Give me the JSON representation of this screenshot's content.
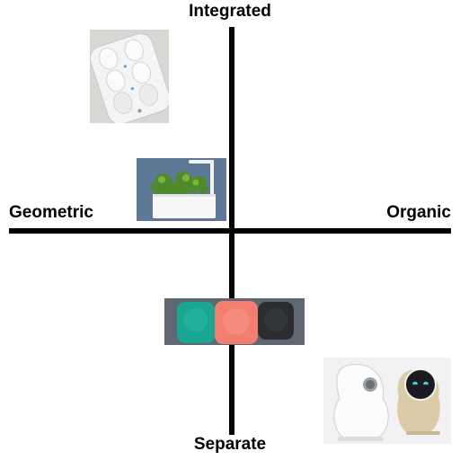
{
  "axes": {
    "top": "Integrated",
    "bottom": "Separate",
    "left": "Geometric",
    "right": "Organic"
  },
  "items": [
    {
      "icon": "egg-tray-photo"
    },
    {
      "icon": "herb-planter-photo"
    },
    {
      "icon": "colored-pucks-photo"
    },
    {
      "icon": "robot-pair-photo"
    }
  ]
}
